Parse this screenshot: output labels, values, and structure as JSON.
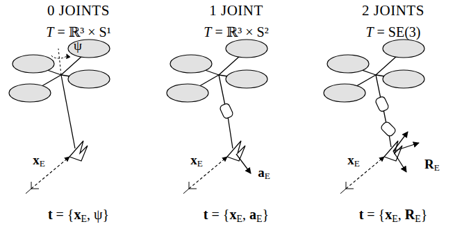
{
  "diagram": {
    "labels": [
      "0 JOINTS",
      "1 JOINT",
      "2 JOINTS",
      "T = ℝ³ × S¹",
      "T = ℝ³ × S²",
      "T = SE(3)",
      "ψ",
      "xE",
      "xE",
      "aE",
      "xE",
      "RE",
      "t = {xE, ψ}",
      "t = {xE, aE}",
      "t = {xE, RE}"
    ]
  }
}
